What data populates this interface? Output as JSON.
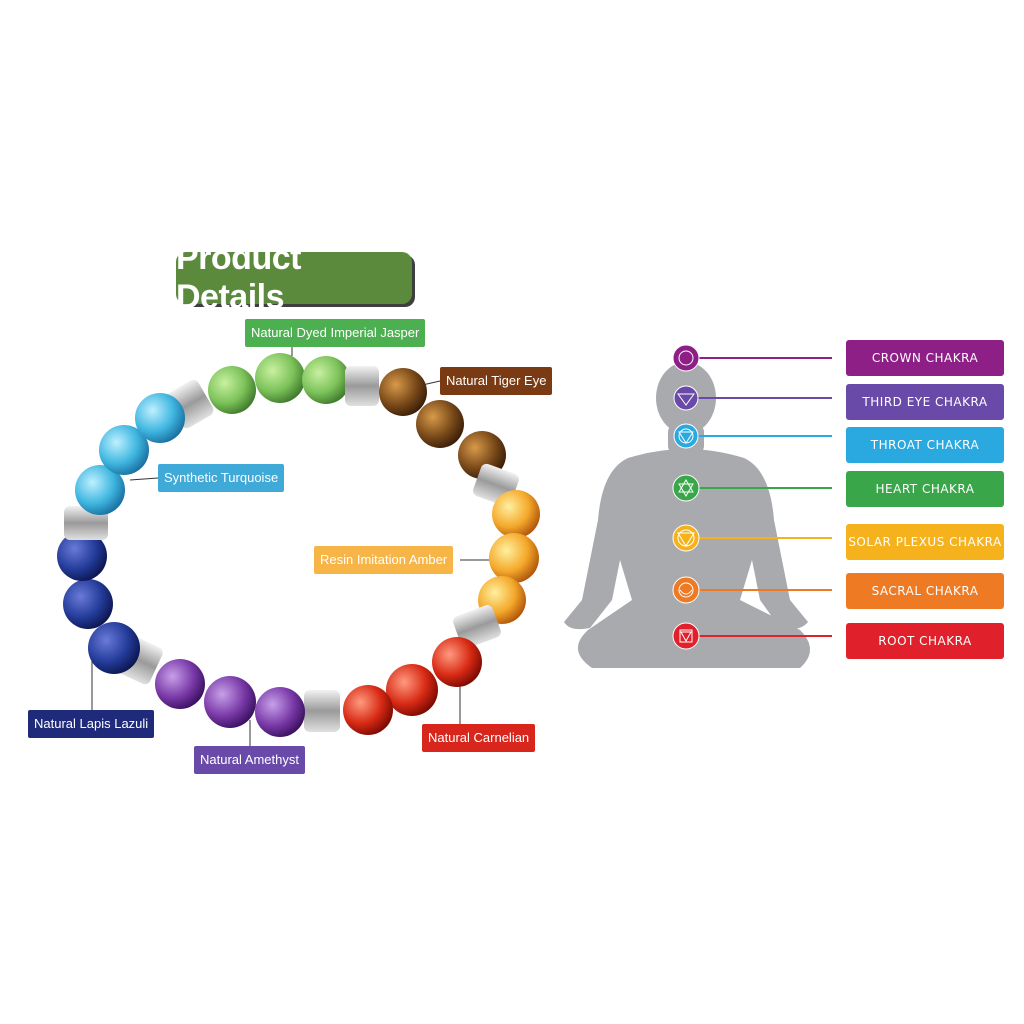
{
  "title": "Product Details",
  "stone_labels": [
    {
      "id": "jasper",
      "text": "Natural Dyed Imperial Jasper",
      "color": "#4caf50"
    },
    {
      "id": "tiger-eye",
      "text": "Natural Tiger Eye",
      "color": "#7a3b14"
    },
    {
      "id": "turquoise",
      "text": "Synthetic Turquoise",
      "color": "#3fa9d8"
    },
    {
      "id": "amber",
      "text": "Resin Imitation Amber",
      "color": "#f7b548"
    },
    {
      "id": "lapis",
      "text": "Natural Lapis Lazuli",
      "color": "#1f2a7a"
    },
    {
      "id": "amethyst",
      "text": "Natural Amethyst",
      "color": "#6a4aa8"
    },
    {
      "id": "carnelian",
      "text": "Natural Carnelian",
      "color": "#d8261c"
    }
  ],
  "chakras": [
    {
      "id": "crown",
      "text": "CROWN CHAKRA",
      "color": "#8e1f86"
    },
    {
      "id": "third-eye",
      "text": "THIRD EYE CHAKRA",
      "color": "#6a4aa8"
    },
    {
      "id": "throat",
      "text": "THROAT CHAKRA",
      "color": "#2aa8e0"
    },
    {
      "id": "heart",
      "text": "HEART CHAKRA",
      "color": "#3aa64a"
    },
    {
      "id": "solar-plexus",
      "text": "SOLAR PLEXUS CHAKRA",
      "color": "#f5b21c"
    },
    {
      "id": "sacral",
      "text": "SACRAL CHAKRA",
      "color": "#ef7a24"
    },
    {
      "id": "root",
      "text": "ROOT CHAKRA",
      "color": "#e0202a"
    }
  ]
}
